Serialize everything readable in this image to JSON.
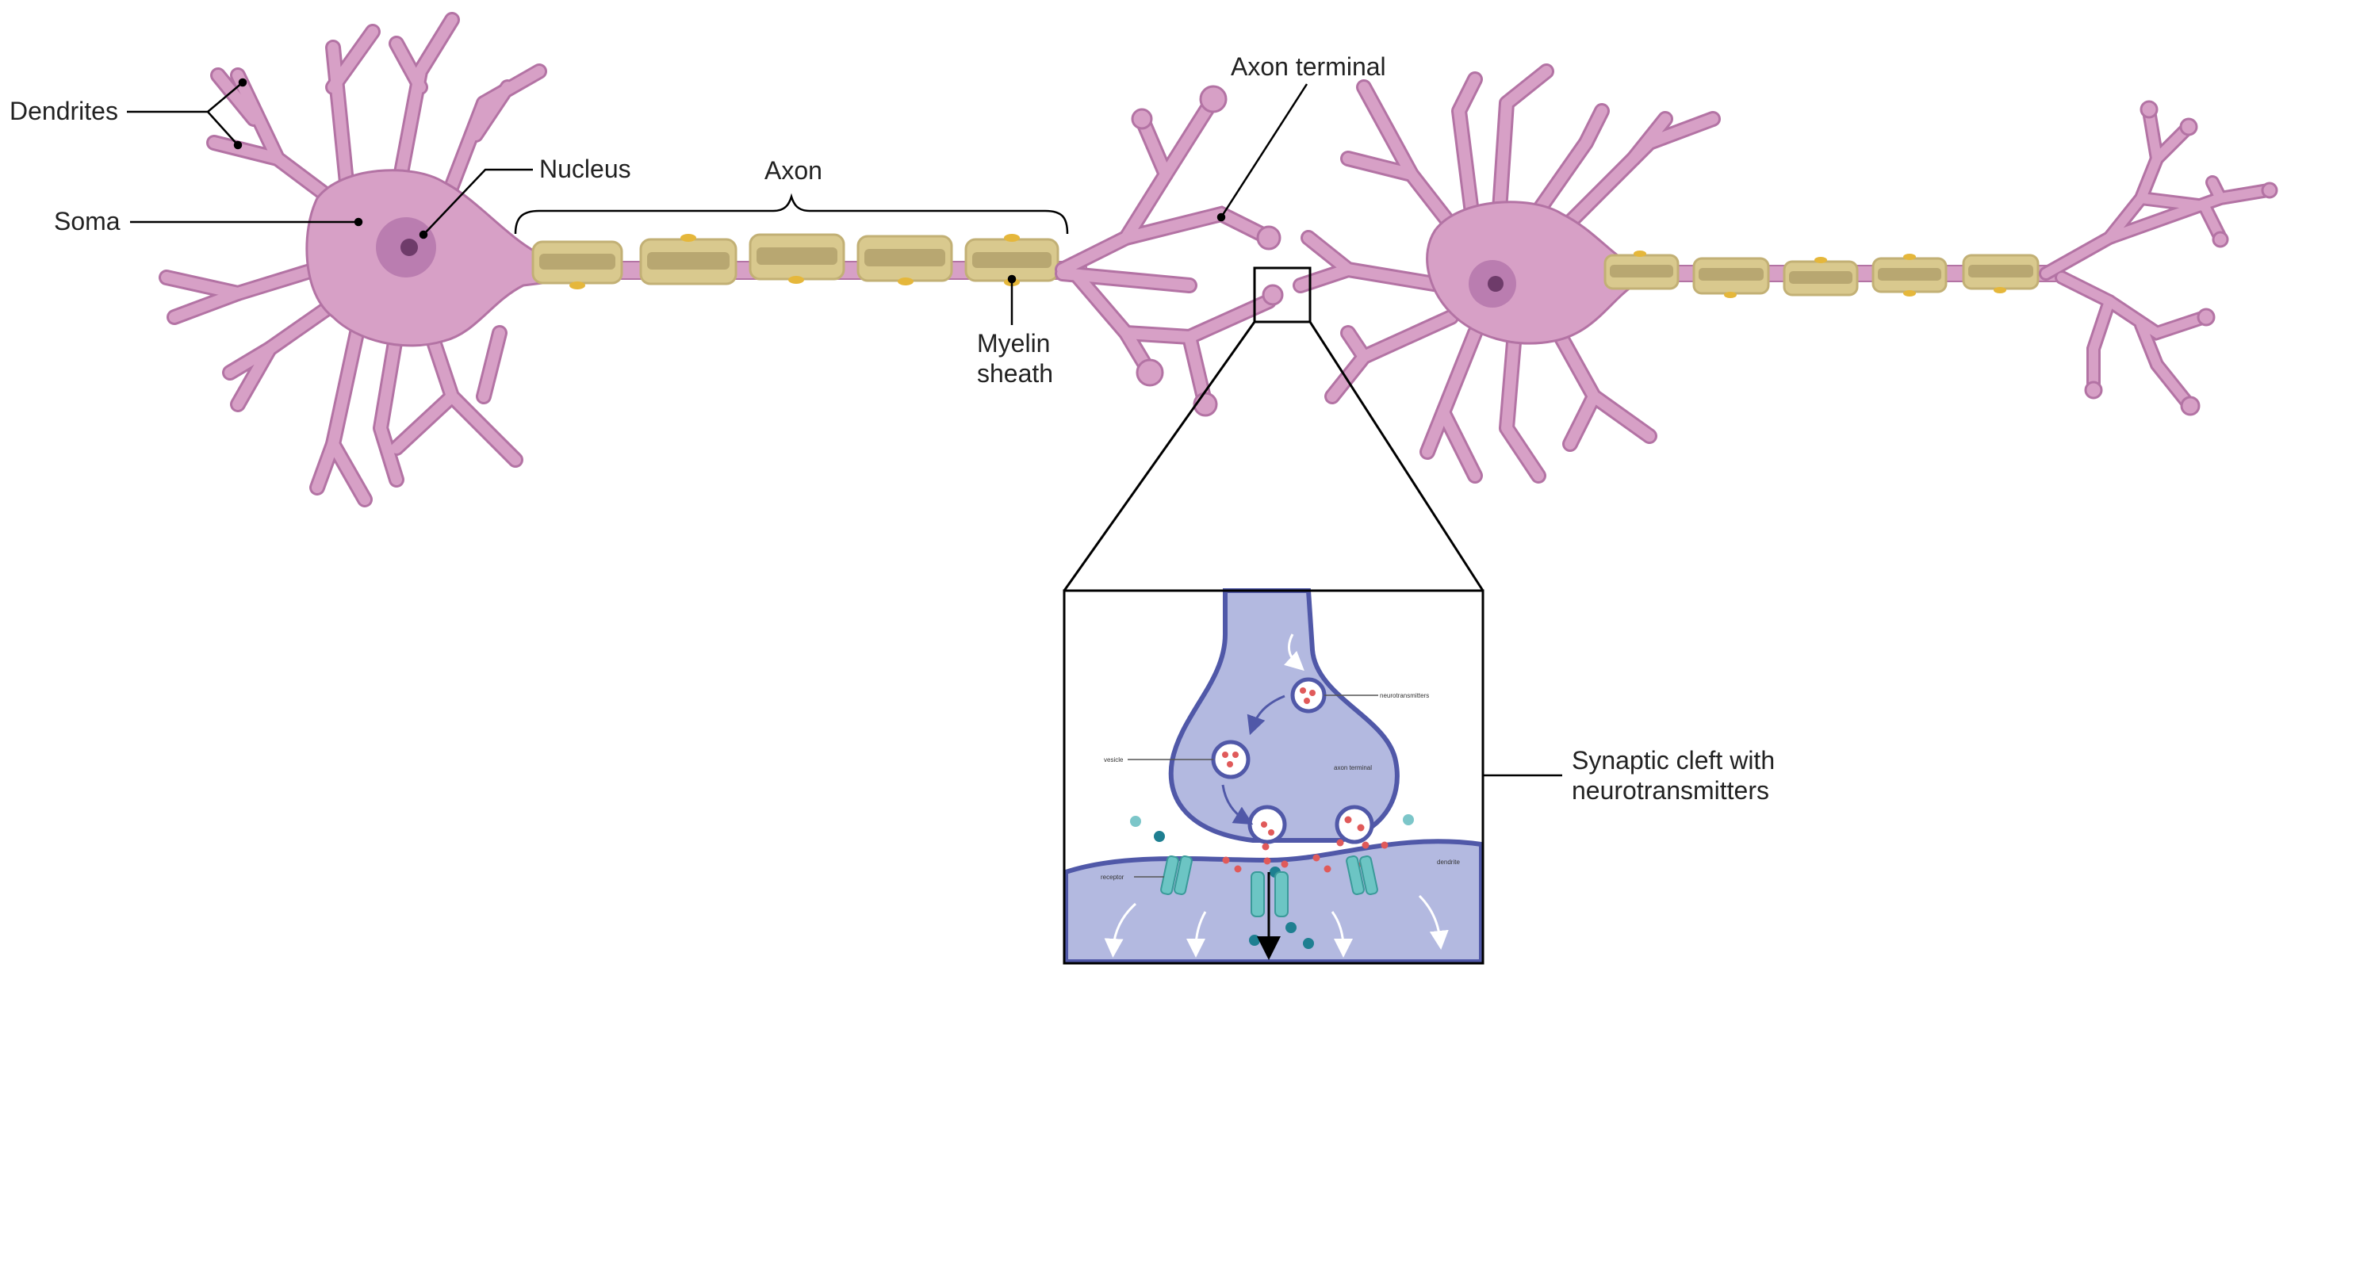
{
  "labels": {
    "dendrites": "Dendrites",
    "soma": "Soma",
    "nucleus": "Nucleus",
    "axon": "Axon",
    "axon_terminal": "Axon terminal",
    "myelin_line1": "Myelin",
    "myelin_line2": "sheath",
    "synaptic_line1": "Synaptic cleft with",
    "synaptic_line2": "neurotransmitters"
  },
  "inset_labels": {
    "neurotransmitters": "neurotransmitters",
    "vesicle": "vesicle",
    "axon_terminal": "axon terminal",
    "receptor": "receptor",
    "dendrite": "dendrite"
  },
  "colors": {
    "neuron_fill": "#d7a0c6",
    "neuron_stroke": "#b373a4",
    "nucleus_outer": "#ba7db0",
    "nucleus_inner": "#6e3b6a",
    "myelin_fill": "#d9c98e",
    "myelin_core": "#b8a771",
    "myelin_stroke": "#c2b075",
    "schwann_dot": "#e5b73b",
    "inset_fill": "#b3b9e0",
    "inset_stroke": "#5058a8",
    "neurotransmitter": "#e05a5a",
    "receptor": "#6cc5c4",
    "ion_dark": "#1e7f91",
    "ion_light": "#7cc6c9"
  }
}
